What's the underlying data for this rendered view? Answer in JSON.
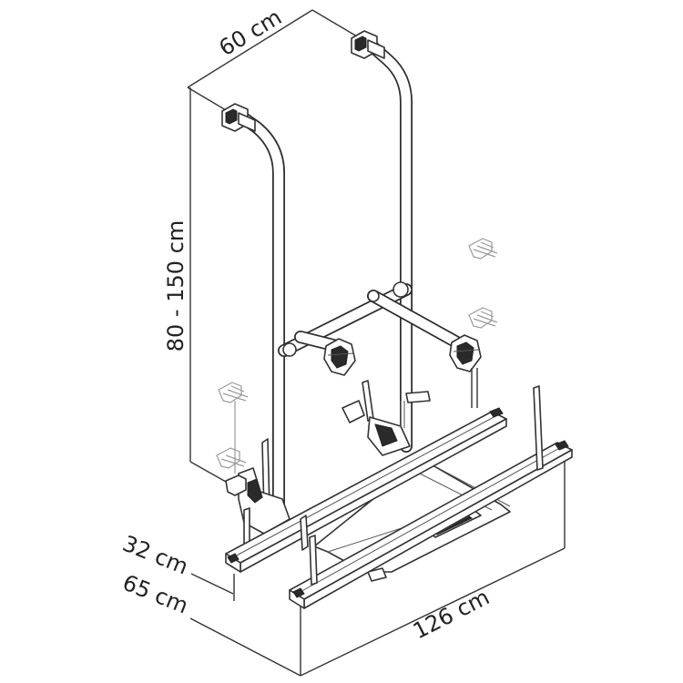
{
  "dimensions": {
    "width_top": "60 cm",
    "height_range": "80 - 150 cm",
    "depth_upper": "32 cm",
    "depth_lower": "65 cm",
    "rail_length": "126 cm"
  },
  "colors": {
    "line": "#333333",
    "fill": "#ffffff",
    "dark": "#2a2a2a"
  },
  "icons": [
    "wall-bracket-icon",
    "wall-bracket-icon",
    "wall-bracket-icon",
    "wall-bracket-icon"
  ]
}
